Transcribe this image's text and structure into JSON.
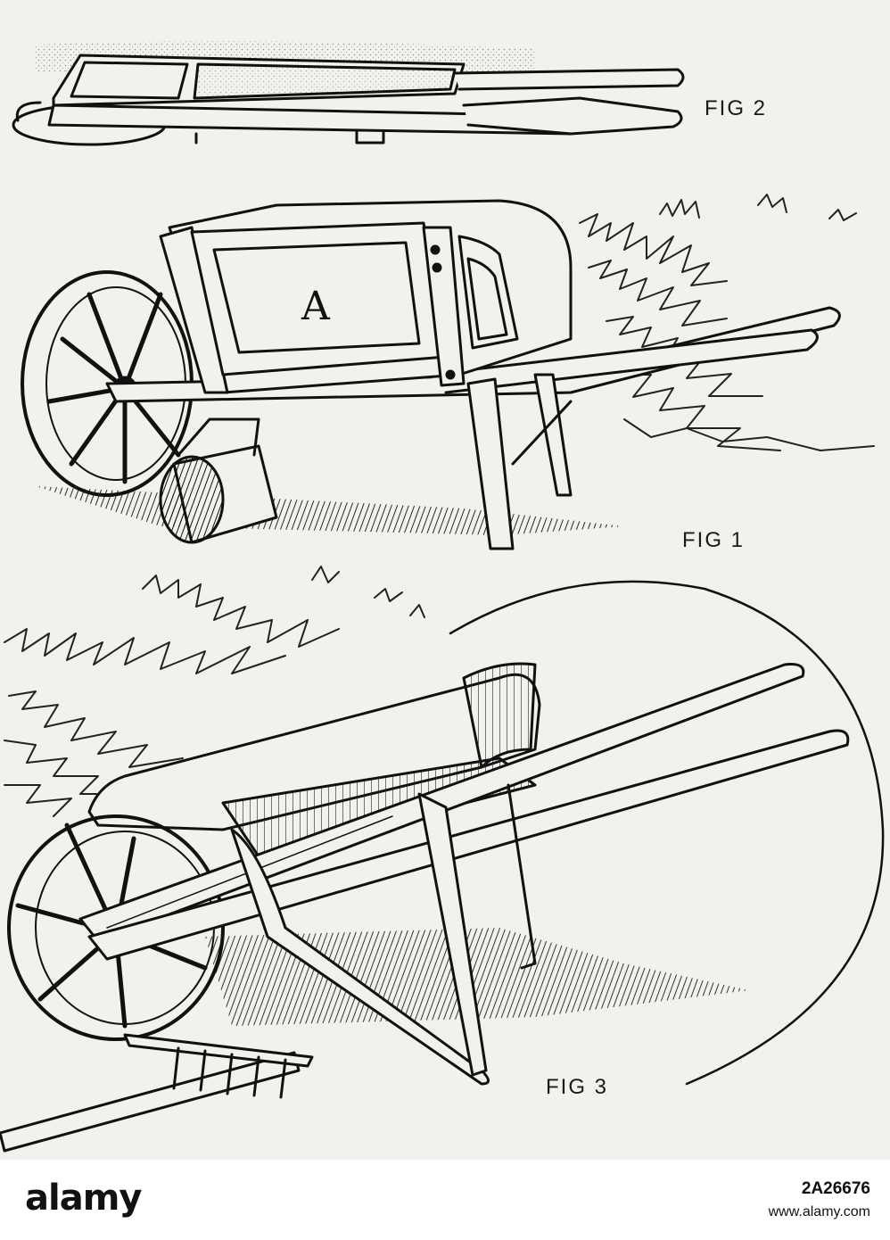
{
  "figures": {
    "fig1": "FIG 1",
    "fig2": "FIG 2",
    "fig3": "FIG 3",
    "fig1_box_letter": "A"
  },
  "footer": {
    "logo": "alamy",
    "image_id": "2A26676",
    "site": "www.alamy.com"
  },
  "icons": [
    "alamy-logo",
    "wheelbarrow-illustration"
  ]
}
